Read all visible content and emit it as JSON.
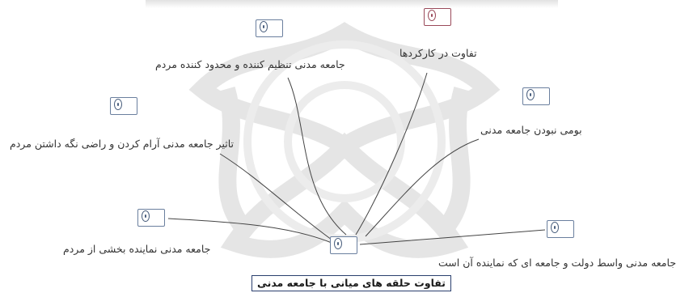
{
  "diagram": {
    "title": "تفاوت حلقه های میانی با جامعه مدنی",
    "center_node_icon": "node-icon",
    "colors": {
      "line": "#444444",
      "node_border": "#6a7f9e",
      "accent": "#9a4a5a",
      "watermark": "#e6e6e6"
    },
    "items": [
      {
        "id": "regulating",
        "label": "جامعه مدنی تنظیم کننده و محدود کننده مردم"
      },
      {
        "id": "functions",
        "label": "تفاوت در کارکردها"
      },
      {
        "id": "calming",
        "label": "تاثیر جامعه مدنی آرام کردن و راضی نگه داشتن مردم"
      },
      {
        "id": "non-native",
        "label": "بومی نبودن جامعه مدنی"
      },
      {
        "id": "representative",
        "label": "جامعه مدنی نماینده بخشی از مردم"
      },
      {
        "id": "intermediary",
        "label": "جامعه مدنی واسط دولت و جامعه ای که نماینده آن است"
      }
    ]
  }
}
